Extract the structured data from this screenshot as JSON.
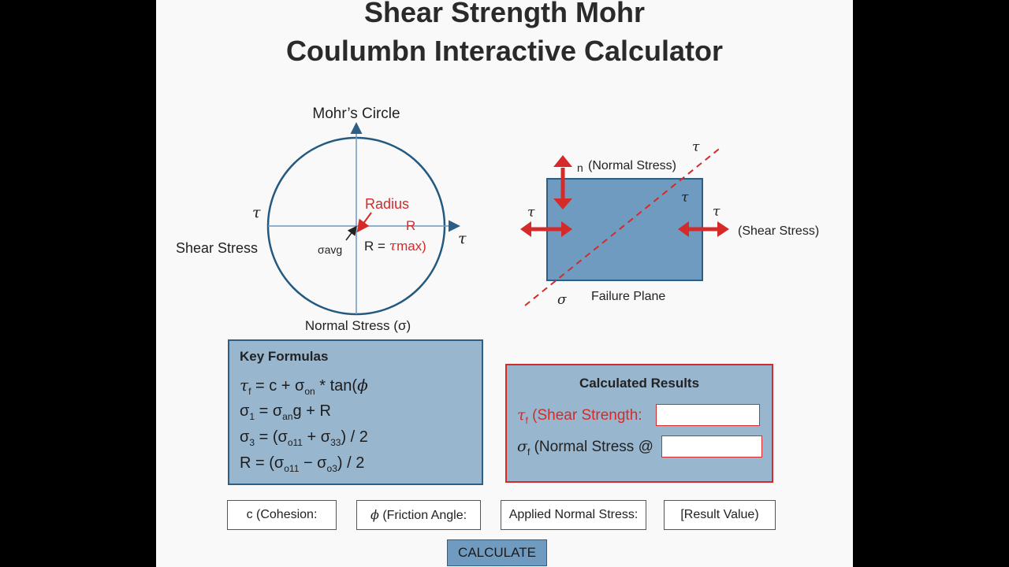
{
  "title": {
    "line1": "Shear Strength Mohr",
    "line2": "Coulumbn Interactive Calculator"
  },
  "mohr": {
    "title": "Mohr’s Circle",
    "tau_left": "τ",
    "tau_right": "τ",
    "shear_label": "Shear Stress",
    "normal_label": "Normal Stress (σ)",
    "radius_label": "Radius",
    "r_label": "R",
    "r_eq_prefix": "R = ",
    "r_eq_tau": "τ",
    "r_eq_suffix": "max)",
    "sigma_avg": "σavg"
  },
  "element": {
    "n_label": "n",
    "normal_stress_label": "(Normal Stress)",
    "shear_stress_label": "(Shear Stress)",
    "tau_top": "τ",
    "tau_plane": "τ",
    "tau_left": "τ",
    "tau_right": "τ",
    "sigma_label": "σ",
    "failure_plane": "Failure Plane"
  },
  "formulas": {
    "title": "Key Formulas",
    "f1": {
      "lhs": "τ",
      "lhs_sub": "f",
      "mid": " = c + σ",
      "mid_sub": "on",
      "rhs": " * tan(",
      "phi": "ϕ"
    },
    "f2": {
      "lhs": "σ",
      "lhs_sub": "1",
      "mid": " = σ",
      "mid_sub": "an",
      "rhs": "g + R"
    },
    "f3": {
      "lhs": "σ",
      "lhs_sub": "3",
      "mid": " = (σ",
      "mid_sub": "o11",
      "mid2": " + σ",
      "mid2_sub": "33",
      "rhs": ") / 2"
    },
    "f4": {
      "lhs": "R = (σ",
      "lhs_sub": "o11",
      "mid": " − σ",
      "mid_sub": "o3",
      "rhs": ") / 2"
    }
  },
  "results": {
    "title": "Calculated Results",
    "tau_symbol": "τ",
    "tau_sub": "f",
    "tau_text": " (Shear Strength:",
    "sigma_symbol": "σ",
    "sigma_sub": "f",
    "sigma_text": " (Normal Stress @"
  },
  "inputs": {
    "cohesion": "c (Cohesion:",
    "friction_symbol": "ϕ",
    "friction_text": " (Friction Angle:",
    "normal_stress": "Applied Normal Stress:",
    "result_value": "[Result Value)"
  },
  "button": {
    "calculate": "CALCULATE"
  },
  "colors": {
    "accent_blue": "#2d5f86",
    "box_fill": "#99b6cf",
    "arrow_red": "#d42a2a"
  }
}
